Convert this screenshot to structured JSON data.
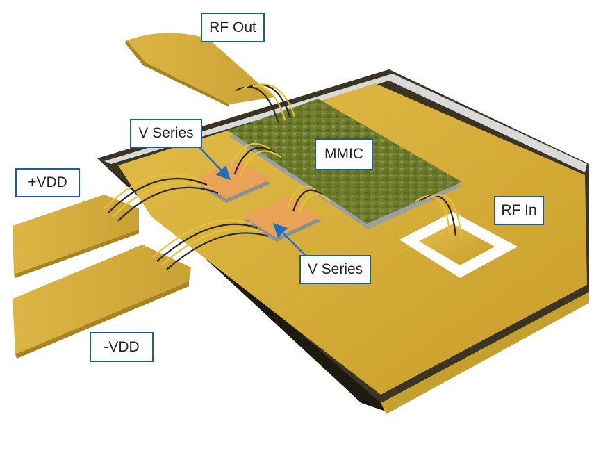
{
  "labels": {
    "rf_out": "RF Out",
    "v_series_top": "V Series",
    "mmic": "MMIC",
    "vdd_pos": "+VDD",
    "rf_in": "RF In",
    "v_series_bottom": "V Series",
    "vdd_neg": "-VDD"
  },
  "colors": {
    "gold": "#dbb23a",
    "label_border": "#1f5d99",
    "arrow": "#1f6fc0",
    "pad": "#e9a257",
    "chip": "#6b7a2c"
  }
}
